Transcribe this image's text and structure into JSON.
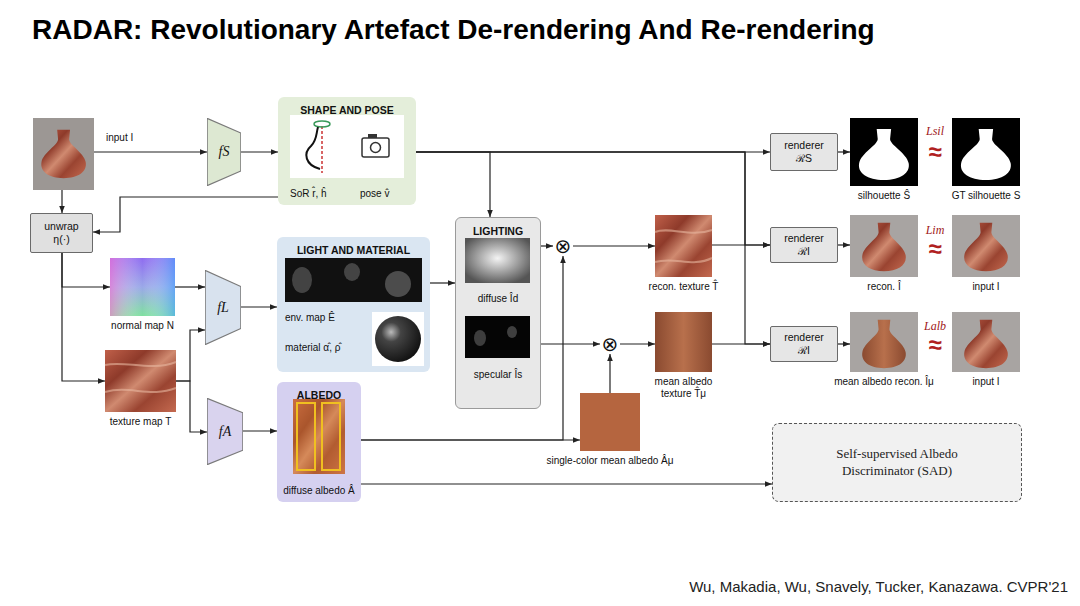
{
  "diagram": {
    "title": "RADAR: Revolutionary Artefact De-rendering And Re-rendering",
    "caption": "Wu, Makadia, Wu, Snavely, Tucker, Kanazawa. CVPR'21",
    "nodes": [
      {
        "text": [
          "input I"
        ]
      },
      {
        "text": [
          "fS"
        ]
      },
      {
        "text": [
          "SHAPE AND POSE",
          "SoR r̂, ĥ",
          "pose v̂"
        ]
      },
      {
        "text": [
          "renderer ℛS"
        ]
      },
      {
        "text": [
          "silhouette Ŝ"
        ]
      },
      {
        "text": [
          "GT silhouette S"
        ]
      },
      {
        "text": [
          "unwrap η(·)"
        ]
      },
      {
        "text": [
          "normal map N"
        ]
      },
      {
        "text": [
          "fL"
        ]
      },
      {
        "text": [
          "LIGHT AND MATERIAL",
          "env. map Ê",
          "material α̂, ρ̂"
        ]
      },
      {
        "text": [
          "LIGHTING",
          "diffuse Îd",
          "specular Îs"
        ]
      },
      {
        "text": [
          "⊗"
        ]
      },
      {
        "text": [
          "recon. texture T̂"
        ]
      },
      {
        "text": [
          "renderer ℛI"
        ]
      },
      {
        "text": [
          "recon. Î"
        ]
      },
      {
        "text": [
          "input I"
        ]
      },
      {
        "text": [
          "texture map T"
        ]
      },
      {
        "text": [
          "⊗"
        ]
      },
      {
        "text": [
          "mean albedo texture T̂μ"
        ]
      },
      {
        "text": [
          "renderer ℛI"
        ]
      },
      {
        "text": [
          "mean albedo recon. Îμ"
        ]
      },
      {
        "text": [
          "input I"
        ]
      },
      {
        "text": [
          "fA"
        ]
      },
      {
        "text": [
          "ALBEDO",
          "diffuse albedo Â"
        ]
      },
      {
        "text": [
          "single-color mean albedo Âμ"
        ]
      },
      {
        "text": [
          "Self-supervised Albedo Discriminator (SAD)"
        ]
      }
    ],
    "edges": [
      {
        "from": 0,
        "to": 1,
        "arrow": "to"
      },
      {
        "from": 1,
        "to": 2,
        "arrow": "to"
      },
      {
        "from": 0,
        "to": 6,
        "arrow": "to"
      },
      {
        "from": 2,
        "to": 6,
        "arrow": "to"
      },
      {
        "from": 6,
        "to": 7,
        "arrow": "to"
      },
      {
        "from": 6,
        "to": 16,
        "arrow": "to"
      },
      {
        "from": 7,
        "to": 8,
        "arrow": "to"
      },
      {
        "from": 16,
        "to": 8,
        "arrow": "to"
      },
      {
        "from": 16,
        "to": 22,
        "arrow": "to"
      },
      {
        "from": 8,
        "to": 9,
        "arrow": "to"
      },
      {
        "from": 22,
        "to": 23,
        "arrow": "to"
      },
      {
        "from": 9,
        "to": 10,
        "arrow": "to"
      },
      {
        "from": 2,
        "to": 10,
        "arrow": "to"
      },
      {
        "from": 2,
        "to": 3,
        "arrow": "to"
      },
      {
        "from": 2,
        "to": 13,
        "arrow": "to"
      },
      {
        "from": 2,
        "to": 19,
        "arrow": "to"
      },
      {
        "from": 10,
        "to": 11,
        "arrow": "to"
      },
      {
        "from": 10,
        "to": 17,
        "arrow": "to"
      },
      {
        "from": 23,
        "to": 11,
        "arrow": "to"
      },
      {
        "from": 23,
        "to": 24,
        "arrow": "to"
      },
      {
        "from": 24,
        "to": 17,
        "arrow": "to"
      },
      {
        "from": 11,
        "to": 12,
        "arrow": "to"
      },
      {
        "from": 17,
        "to": 18,
        "arrow": "to"
      },
      {
        "from": 12,
        "to": 13,
        "arrow": "to"
      },
      {
        "from": 18,
        "to": 19,
        "arrow": "to"
      },
      {
        "from": 3,
        "to": 4,
        "arrow": "to"
      },
      {
        "from": 13,
        "to": 14,
        "arrow": "to"
      },
      {
        "from": 19,
        "to": 20,
        "arrow": "to"
      },
      {
        "from": 23,
        "to": 25,
        "arrow": "to"
      }
    ],
    "labels": [
      "Lsil",
      "≈",
      "Lim",
      "≈",
      "Lalb",
      "≈"
    ]
  }
}
